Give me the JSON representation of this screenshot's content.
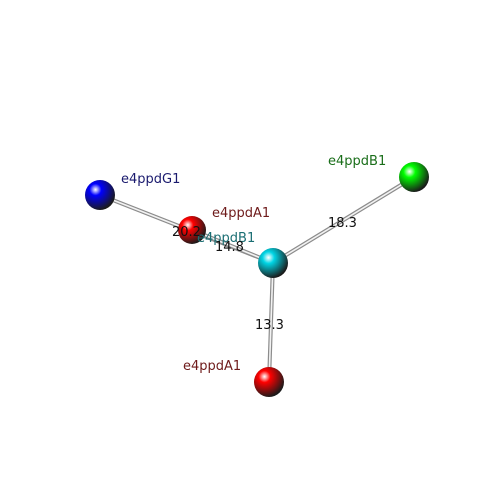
{
  "atoms": [
    {
      "id": "G1",
      "label": "e4ppdG1",
      "color": "#0000ff",
      "label_color": "#1a1a6e"
    },
    {
      "id": "A1a",
      "label": "e4ppdA1",
      "color": "#ff0000",
      "label_color": "#6e1a1a"
    },
    {
      "id": "B1c",
      "label": "e4ppdB1",
      "color": "#00d5e5",
      "label_color": "#1a6e73"
    },
    {
      "id": "B1g",
      "label": "e4ppdB1",
      "color": "#00ff00",
      "label_color": "#1a6e1a"
    },
    {
      "id": "A1b",
      "label": "e4ppdA1",
      "color": "#ff0000",
      "label_color": "#6e1a1a"
    }
  ],
  "bonds": [
    {
      "from": "G1",
      "to": "B1c",
      "distance": "20.2"
    },
    {
      "from": "A1a",
      "to": "B1c",
      "distance": "14.8"
    },
    {
      "from": "B1g",
      "to": "B1c",
      "distance": "18.3"
    },
    {
      "from": "A1b",
      "to": "B1c",
      "distance": "13.3"
    }
  ]
}
